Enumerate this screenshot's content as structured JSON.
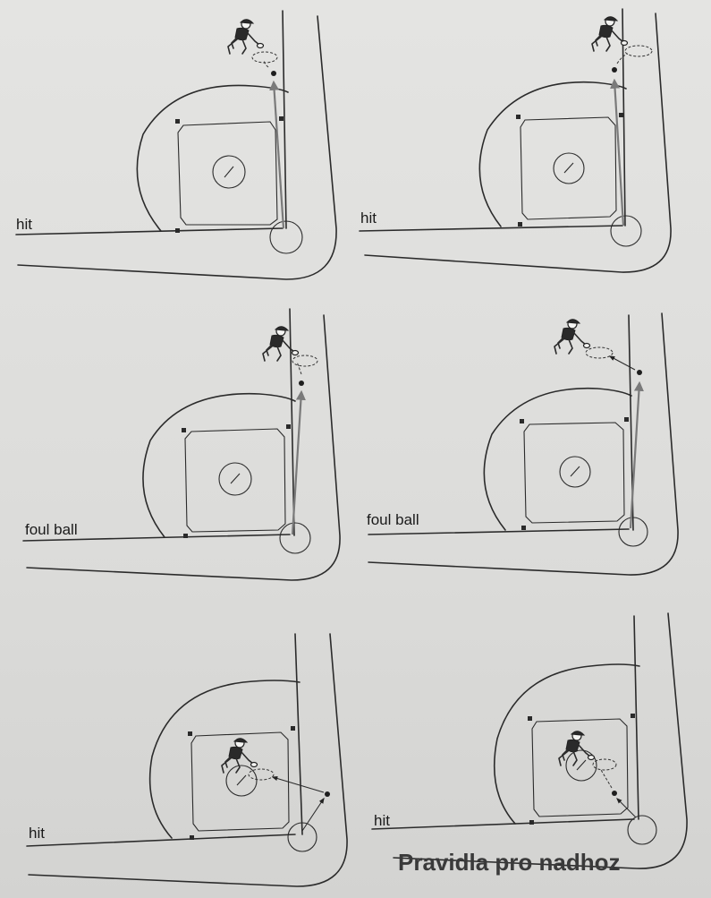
{
  "panels": [
    {
      "label": "hit"
    },
    {
      "label": "hit"
    },
    {
      "label": "foul ball"
    },
    {
      "label": "foul ball"
    },
    {
      "label": "hit"
    },
    {
      "label": "hit"
    }
  ],
  "heading": "Pravidla pro nadhoz"
}
